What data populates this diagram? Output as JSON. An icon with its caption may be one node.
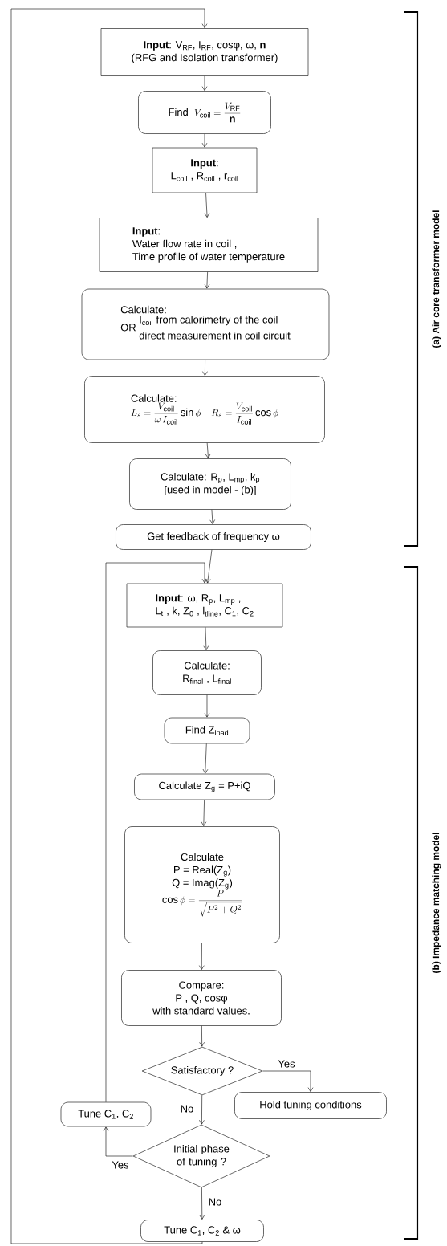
{
  "diagram": {
    "nodes": [
      {
        "text": [
          "**Input**: V$_{RF}$, I$_{RF}$, cosφ, ω, **n**",
          "(RFG and Isolation transformer)"
        ]
      },
      {
        "text": [
          "Find",
          "V_{\\mathrm{coil}} = \\frac{V_{\\mathrm{RF}}}{\\mathbf{n}}"
        ]
      },
      {
        "text": [
          "**Input**:",
          "L$_{coil}$ , R$_{coil}$ , r$_{coil}$"
        ]
      },
      {
        "text": [
          "**Input**:",
          "Water flow rate in coil ,",
          "Time profile of water temperature"
        ]
      },
      {
        "text": [
          "Calculate:",
          "OR",
          "I$_{coil}$   from calorimetry of  the coil",
          "direct measurement in coil circuit"
        ]
      },
      {
        "text": [
          "Calculate:",
          "L_{s} = \\frac{V_{\\mathrm{coil}}}{\\omega\\, I_{\\mathrm{coil}}}\\sin\\phi \\quad R_{s} = \\frac{V_{\\mathrm{coil}}}{I_{\\mathrm{coil}}}\\cos\\phi"
        ]
      },
      {
        "text": [
          "Calculate: R$_{p}$, L$_{mp}$, k$_{p}$",
          "[used in model - (b)]"
        ]
      },
      {
        "text": [
          "Get feedback of frequency ω"
        ]
      },
      {
        "text": [
          "**Input**:  ω, R$_{p}$, L$_{mp}$ ,",
          "L$_{t}$ , k,  Z$_{0}$ , l$_{tline}$, C$_{1}$, C$_{2}$"
        ]
      },
      {
        "text": [
          "Calculate:",
          "R$_{final}$ , L$_{final}$"
        ]
      },
      {
        "text": [
          "Find Z$_{load}$"
        ]
      },
      {
        "text": [
          "Calculate Z$_{g}$ = P+iQ"
        ]
      },
      {
        "text": [
          "Calculate",
          "P = Real(Z$_{g}$)",
          "Q = Imag(Z$_{g}$)",
          "\\cos\\phi = \\frac{P}{\\sqrt{P^{2}+Q^{2}}}"
        ]
      },
      {
        "text": [
          "Compare:",
          "P , Q, cosφ",
          "with standard values."
        ]
      },
      {
        "text": [
          "Satisfactory ?"
        ]
      },
      {
        "text": [
          "Hold tuning conditions"
        ]
      },
      {
        "text": [
          "Initial phase of tuning ?"
        ]
      },
      {
        "text": [
          "Tune  C$_{1}$, C$_{2}$"
        ]
      },
      {
        "text": [
          "Tune C$_{1}$, C$_{2}$  & ω"
        ]
      }
    ],
    "edges": [
      {
        "from": 0,
        "to": 1,
        "arrow": "to"
      },
      {
        "from": 1,
        "to": 2,
        "arrow": "to"
      },
      {
        "from": 2,
        "to": 3,
        "arrow": "to"
      },
      {
        "from": 3,
        "to": 4,
        "arrow": "to"
      },
      {
        "from": 4,
        "to": 5,
        "arrow": "to"
      },
      {
        "from": 5,
        "to": 6,
        "arrow": "to"
      },
      {
        "from": 6,
        "to": 7,
        "arrow": "to"
      },
      {
        "from": 7,
        "to": 8,
        "arrow": "to"
      },
      {
        "from": 8,
        "to": 9,
        "arrow": "to"
      },
      {
        "from": 9,
        "to": 10,
        "arrow": "to"
      },
      {
        "from": 10,
        "to": 11,
        "arrow": "to"
      },
      {
        "from": 11,
        "to": 12,
        "arrow": "to"
      },
      {
        "from": 12,
        "to": 13,
        "arrow": "to"
      },
      {
        "from": 13,
        "to": 14,
        "arrow": "to"
      },
      {
        "from": 14,
        "to": 15,
        "arrow": "to",
        "label": "Yes"
      },
      {
        "from": 14,
        "to": 16,
        "arrow": "to",
        "label": "No"
      },
      {
        "from": 16,
        "to": 17,
        "arrow": "to",
        "label": "Yes"
      },
      {
        "from": 17,
        "to": 8,
        "arrow": "to"
      },
      {
        "from": 16,
        "to": 18,
        "arrow": "to",
        "label": "No"
      },
      {
        "from": 18,
        "to": 0,
        "arrow": "to"
      }
    ],
    "labels": [
      "(a) Air core transformer model",
      "(b) Impedance matching model"
    ]
  }
}
